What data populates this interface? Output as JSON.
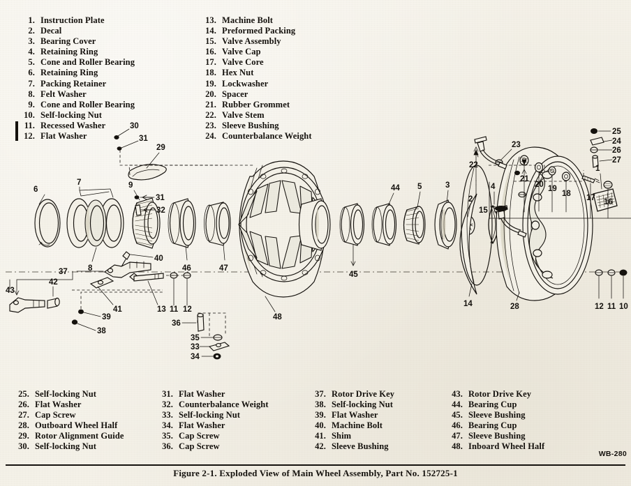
{
  "document": {
    "caption": "Figure 2-1.  Exploded View of Main Wheel Assembly, Part No. 152725-1",
    "doc_code": "WB-280",
    "figure_title": "Exploded View of Main Wheel Assembly"
  },
  "legend": {
    "top_left": [
      {
        "num": "1.",
        "name": "Instruction Plate",
        "changed": false
      },
      {
        "num": "2.",
        "name": "Decal",
        "changed": false
      },
      {
        "num": "3.",
        "name": "Bearing Cover",
        "changed": false
      },
      {
        "num": "4.",
        "name": "Retaining Ring",
        "changed": false
      },
      {
        "num": "5.",
        "name": "Cone and Roller Bearing",
        "changed": false
      },
      {
        "num": "6.",
        "name": "Retaining Ring",
        "changed": false
      },
      {
        "num": "7.",
        "name": "Packing Retainer",
        "changed": false
      },
      {
        "num": "8.",
        "name": "Felt Washer",
        "changed": false
      },
      {
        "num": "9.",
        "name": "Cone and Roller Bearing",
        "changed": false
      },
      {
        "num": "10.",
        "name": "Self-locking Nut",
        "changed": false
      },
      {
        "num": "11.",
        "name": "Recessed Washer",
        "changed": true
      },
      {
        "num": "12.",
        "name": "Flat Washer",
        "changed": true
      }
    ],
    "top_right": [
      {
        "num": "13.",
        "name": "Machine Bolt"
      },
      {
        "num": "14.",
        "name": "Preformed Packing"
      },
      {
        "num": "15.",
        "name": "Valve Assembly"
      },
      {
        "num": "16.",
        "name": "Valve Cap"
      },
      {
        "num": "17.",
        "name": "Valve Core"
      },
      {
        "num": "18.",
        "name": "Hex Nut"
      },
      {
        "num": "19.",
        "name": "Lockwasher"
      },
      {
        "num": "20.",
        "name": "Spacer"
      },
      {
        "num": "21.",
        "name": "Rubber Grommet"
      },
      {
        "num": "22.",
        "name": "Valve Stem"
      },
      {
        "num": "23.",
        "name": "Sleeve Bushing"
      },
      {
        "num": "24.",
        "name": "Counterbalance Weight"
      }
    ],
    "bottom_c1": [
      {
        "num": "25.",
        "name": "Self-locking Nut"
      },
      {
        "num": "26.",
        "name": "Flat Washer"
      },
      {
        "num": "27.",
        "name": "Cap Screw"
      },
      {
        "num": "28.",
        "name": "Outboard Wheel Half"
      },
      {
        "num": "29.",
        "name": "Rotor Alignment Guide"
      },
      {
        "num": "30.",
        "name": "Self-locking Nut"
      }
    ],
    "bottom_c2": [
      {
        "num": "31.",
        "name": "Flat Washer"
      },
      {
        "num": "32.",
        "name": "Counterbalance Weight"
      },
      {
        "num": "33.",
        "name": "Self-locking Nut"
      },
      {
        "num": "34.",
        "name": "Flat Washer"
      },
      {
        "num": "35.",
        "name": "Cap Screw"
      },
      {
        "num": "36.",
        "name": "Cap Screw"
      }
    ],
    "bottom_c3": [
      {
        "num": "37.",
        "name": "Rotor Drive Key"
      },
      {
        "num": "38.",
        "name": "Self-locking Nut"
      },
      {
        "num": "39.",
        "name": "Flat Washer"
      },
      {
        "num": "40.",
        "name": "Machine Bolt"
      },
      {
        "num": "41.",
        "name": "Shim"
      },
      {
        "num": "42.",
        "name": "Sleeve Bushing"
      }
    ],
    "bottom_c4": [
      {
        "num": "43.",
        "name": "Rotor Drive Key"
      },
      {
        "num": "44.",
        "name": "Bearing Cup"
      },
      {
        "num": "45.",
        "name": "Sleeve Bushing"
      },
      {
        "num": "46.",
        "name": "Bearing Cup"
      },
      {
        "num": "47.",
        "name": "Sleeve Bushing"
      },
      {
        "num": "48.",
        "name": "Inboard Wheel Half"
      }
    ]
  },
  "callouts": {
    "valve_detail": [
      "22",
      "21",
      "20",
      "19",
      "18",
      "17",
      "16",
      "15"
    ],
    "left_stack": [
      "6",
      "7",
      "8",
      "9",
      "30",
      "31",
      "29",
      "32",
      "46",
      "47",
      "40",
      "37",
      "43",
      "42",
      "41",
      "13",
      "11",
      "12",
      "39",
      "38",
      "36",
      "35",
      "33",
      "34"
    ],
    "center": [
      "48",
      "45",
      "44",
      "5",
      "3",
      "2",
      "4"
    ],
    "right_stack": [
      "23",
      "25",
      "24",
      "26",
      "27",
      "1",
      "14",
      "28",
      "12",
      "11",
      "10"
    ]
  },
  "colors": {
    "paper": "#f4f1e8",
    "ink": "#14110d",
    "shade": "#d8d3c2"
  }
}
